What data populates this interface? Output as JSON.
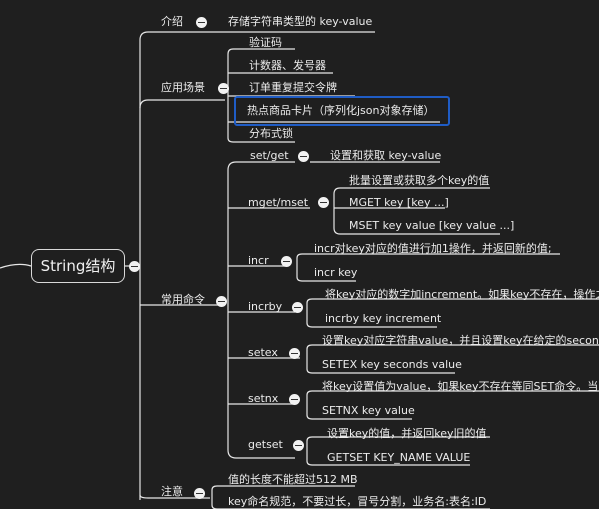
{
  "root": {
    "label": "String结构"
  },
  "branches": {
    "intro": {
      "label": "介绍",
      "text": "存储字符串类型的 key-value"
    },
    "scenarios": {
      "label": "应用场景",
      "items": [
        "验证码",
        "计数器、发号器",
        "订单重复提交令牌",
        "热点商品卡片（序列化json对象存储）",
        "分布式锁"
      ]
    },
    "commands": {
      "label": "常用命令",
      "setget": {
        "label": "set/get",
        "desc": "设置和获取 key-value"
      },
      "mgetmset": {
        "label": "mget/mset",
        "items": [
          "批量设置或获取多个key的值",
          "MGET key [key ...]",
          "MSET key value [key value ...]"
        ]
      },
      "incr": {
        "label": "incr",
        "items": [
          "incr对key对应的值进行加1操作，并返回新的值;",
          "incr key"
        ]
      },
      "incrby": {
        "label": "incrby",
        "items": [
          "将key对应的数字加increment。如果key不存在，操作之",
          "incrby key increment"
        ]
      },
      "setex": {
        "label": "setex",
        "items": [
          "设置key对应字符串value，并且设置key在给定的second",
          "SETEX key seconds value"
        ]
      },
      "setnx": {
        "label": "setnx",
        "items": [
          "将key设置值为value，如果key不存在等同SET命令。当",
          "SETNX key value"
        ]
      },
      "getset": {
        "label": "getset",
        "items": [
          "设置key的值，并返回key旧的值",
          "GETSET KEY_NAME VALUE"
        ]
      }
    },
    "notes": {
      "label": "注意",
      "items": [
        "值的长度不能超过512 MB",
        "key命名规范，不要过长，冒号分割，业务名:表名:ID"
      ]
    }
  },
  "colors": {
    "background": "#1f1f1f",
    "line": "#e6e6e6",
    "highlight": "#1f5cc5"
  }
}
